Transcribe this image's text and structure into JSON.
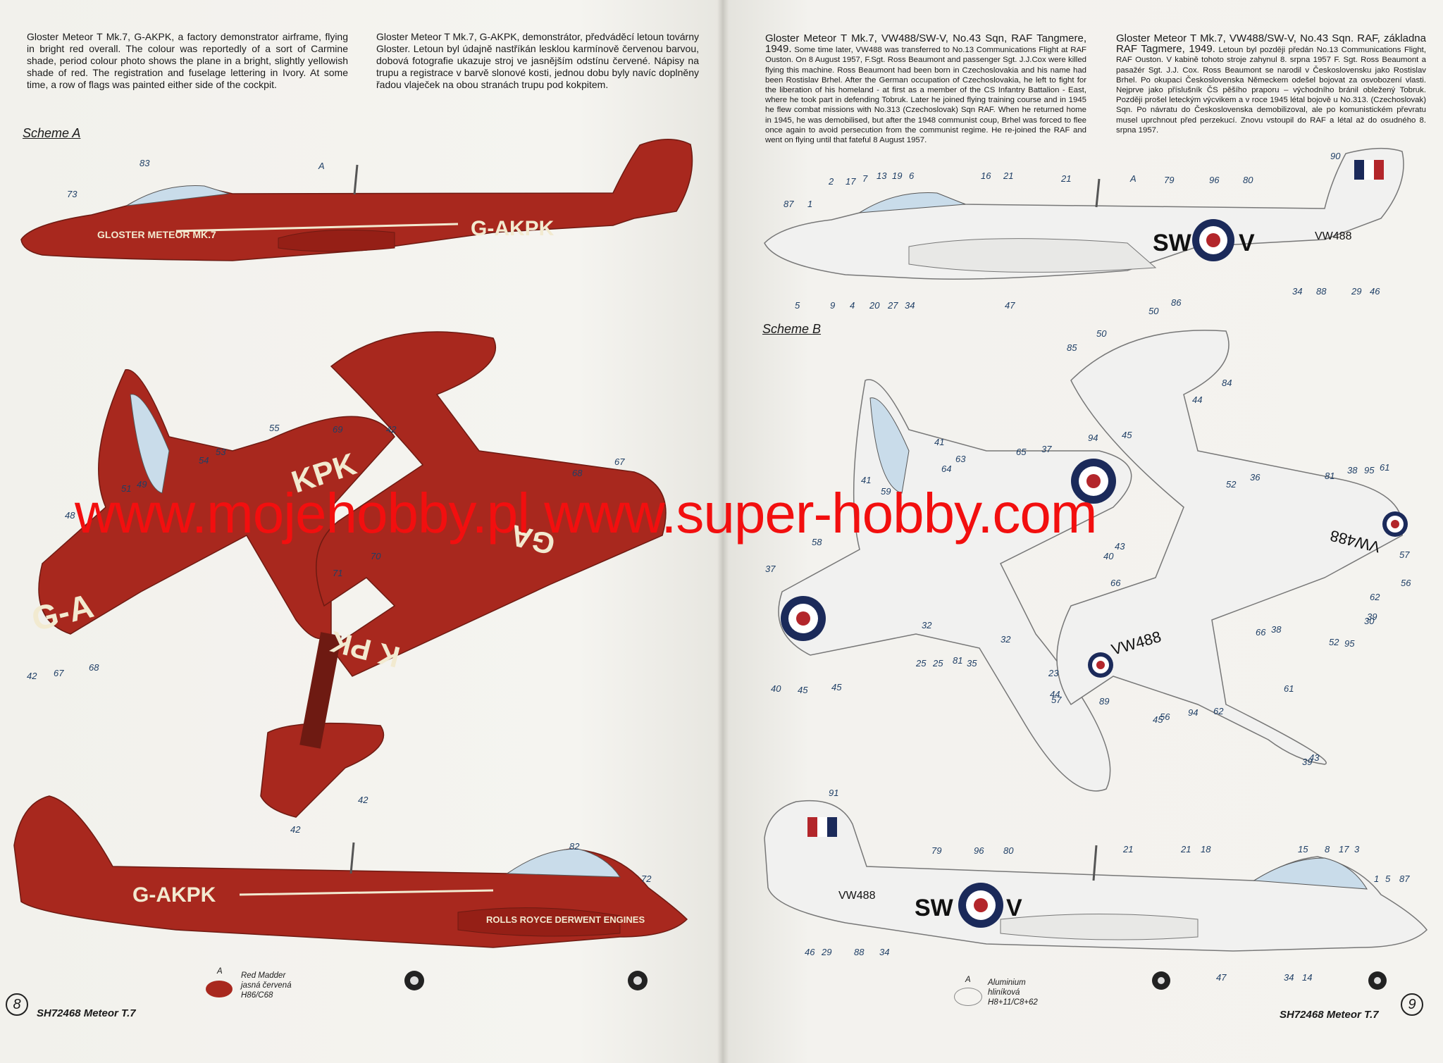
{
  "left_page": {
    "intro_en": "Gloster Meteor T Mk.7, G-AKPK, a factory demonstrator airframe, flying in bright red overall. The colour was reportedly of a sort of Carmine shade, period colour photo shows the plane in a bright, slightly yellowish shade of red. The registration and fuselage lettering in Ivory. At some time, a row of flags was painted either side of the cockpit.",
    "intro_cz": "Gloster Meteor T Mk.7, G-AKPK, demonstrátor, předváděcí letoun továrny Gloster. Letoun byl údajně nastříkán lesklou karmínově červenou barvou, dobová fotografie ukazuje stroj ve jasnějším odstínu červené. Nápisy na trupu a registrace v barvě slonové kosti, jednou dobu byly navíc doplněny řadou vlaječek na obou stranách trupu pod kokpitem.",
    "scheme_title": "Scheme A",
    "markings": {
      "registration": "G-AKPK",
      "fuselage_text": "GLOSTER METEOR MK.7",
      "engine_text": "ROLLS ROYCE DERWENT ENGINES",
      "wing_upper": "KPK",
      "wing_left": "G-A",
      "wing_lower_1": "GA",
      "wing_lower_2": "K PK"
    },
    "legend": {
      "code": "A",
      "line1": "Red Madder",
      "line2": "jasná červená",
      "line3": "H86/C68",
      "color": "#a8281e"
    },
    "page_number": "8",
    "footer": "SH72468 Meteor T.7"
  },
  "right_page": {
    "intro_en_title": "Gloster Meteor T Mk.7, VW488/SW-V, No.43 Sqn, RAF Tangmere, 1949.",
    "intro_en": "Some time later, VW488 was transferred to No.13 Communications Flight at RAF Ouston. On 8 August 1957, F.Sgt. Ross Beaumont and passenger Sgt. J.J.Cox were killed flying this machine. Ross Beaumont had been born in Czechoslovakia and his name had been Rostislav Brhel. After the German occupation of Czechoslovakia, he left to fight for the liberation of his homeland - at first as a member of the CS Infantry Battalion - East, where he took part in defending Tobruk. Later he joined flying training course and in 1945 he flew combat missions with No.313 (Czechoslovak) Sqn RAF. When he returned home in 1945, he was demobilised, but after the 1948 communist coup, Brhel was forced to flee once again to avoid persecution from the communist regime. He re-joined the RAF and went on flying until that fateful 8 August 1957.",
    "intro_cz_title": "Gloster Meteor T Mk.7, VW488/SW-V, No.43 Sqn. RAF, základna RAF Tagmere, 1949.",
    "intro_cz": "Letoun byl později předán No.13 Communications Flight, RAF Ouston. V kabině tohoto stroje zahynul 8. srpna 1957 F. Sgt. Ross Beaumont a pasažér Sgt. J.J. Cox. Ross Beaumont se narodil v Československu jako Rostislav Brhel. Po okupaci Československa Německem odešel bojovat za osvobození vlasti. Nejprve jako příslušník ČS pěšího praporu – východního bránil obležený Tobruk. Později prošel leteckým výcvikem a v roce 1945 létal bojově u No.313. (Czechoslovak) Sqn. Po návratu do Československa demobilizoval, ale po komunistickém převratu musel uprchnout před perzekucí. Znovu vstoupil do RAF a létal až do osudného 8. srpna 1957.",
    "scheme_title": "Scheme B",
    "markings": {
      "code_left": "SW",
      "code_right": "V",
      "serial": "VW488",
      "serial_lower": "VW488",
      "serial_upper_wing": "VW488"
    },
    "legend": {
      "code": "A",
      "line1": "Aluminium",
      "line2": "hliníková",
      "line3": "H8+11/C8+62",
      "color": "#f4f3ef"
    },
    "page_number": "9",
    "footer": "SH72468 Meteor T.7"
  },
  "watermark": "www.mojehobby.pl www.super-hobby.com",
  "callouts": {
    "red_side_top": [
      "73",
      "83",
      "A"
    ],
    "red_planform": [
      "55",
      "69",
      "42",
      "54",
      "53",
      "51",
      "49",
      "48",
      "67",
      "68",
      "70",
      "71",
      "42",
      "67",
      "68",
      "42",
      "42"
    ],
    "red_side_bottom": [
      "82",
      "72"
    ],
    "silver_side_top_above": [
      "87",
      "1",
      "2",
      "17",
      "7",
      "13",
      "19",
      "6",
      "16",
      "21",
      "21",
      "A",
      "79",
      "96",
      "80",
      "90"
    ],
    "silver_side_top_below": [
      "5",
      "9",
      "4",
      "20",
      "27",
      "34",
      "47",
      "34",
      "88",
      "29",
      "46"
    ],
    "silver_planform": [
      "86",
      "50",
      "50",
      "85",
      "84",
      "44",
      "94",
      "45",
      "41",
      "63",
      "65",
      "37",
      "52",
      "36",
      "81",
      "38",
      "95",
      "61",
      "41",
      "59",
      "64",
      "40",
      "43",
      "62",
      "56",
      "57",
      "39",
      "37",
      "58",
      "32",
      "25",
      "35",
      "32",
      "25",
      "81",
      "66",
      "52",
      "66",
      "30",
      "61",
      "95",
      "38",
      "23",
      "44",
      "57",
      "56",
      "62",
      "39",
      "89",
      "45",
      "94",
      "43",
      "40",
      "45",
      "45"
    ],
    "silver_side_bottom_above": [
      "91",
      "79",
      "96",
      "80",
      "21",
      "21",
      "18",
      "15",
      "8",
      "17",
      "3",
      "1",
      "5",
      "87"
    ],
    "silver_side_bottom_below": [
      "46",
      "29",
      "88",
      "34",
      "47",
      "34",
      "14"
    ]
  }
}
